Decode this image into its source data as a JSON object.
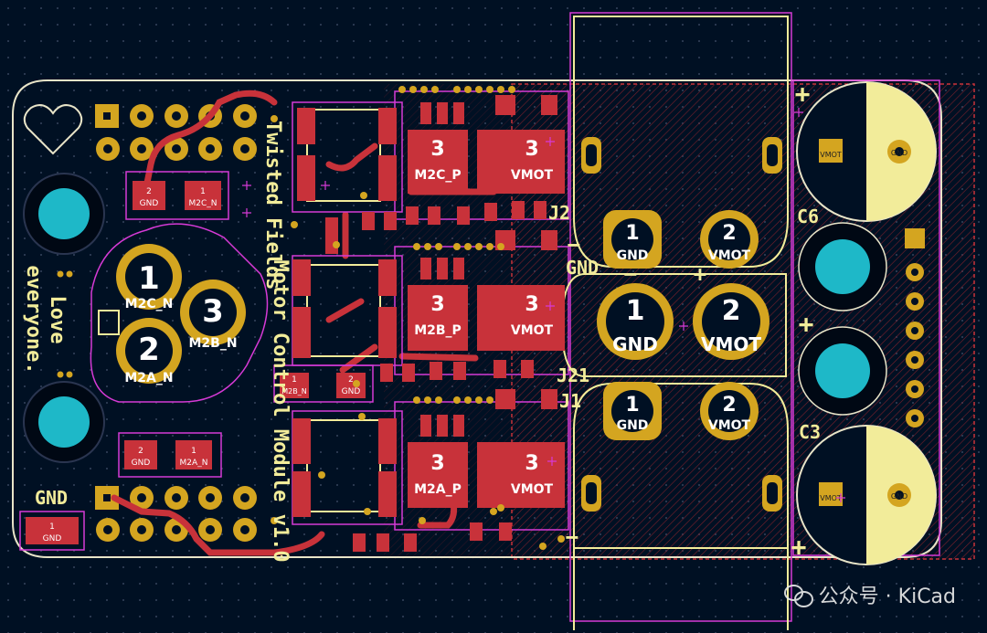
{
  "board": {
    "title_lines": [
      "Twisted Fields",
      "Motor Control Module v1.0"
    ],
    "love_text": [
      "Love",
      "everyone."
    ],
    "gnd_label": "GND"
  },
  "connectors": {
    "j2": "J2",
    "j21": "J21",
    "j1": "J1",
    "c6": "C6",
    "c3": "C3",
    "gnd_mid": "GND",
    "plus": "+",
    "minus": "−"
  },
  "pads": {
    "one": "1",
    "two": "2",
    "three": "3",
    "gnd": "GND",
    "vmot": "VMOT",
    "m2c_n": "M2C_N",
    "m2b_n": "M2B_N",
    "m2a_n": "M2A_N",
    "m2c_p": "M2C_P",
    "m2b_p": "M2B_P",
    "m2a_p": "M2A_P"
  },
  "watermark": {
    "text": "公众号 · KiCad",
    "icon": "wechat-icon"
  },
  "colors": {
    "background": "#001023",
    "copper": "#c8323a",
    "silkscreen": "#f2ec9a",
    "courtyard": "#d63ad6",
    "board_edge": "#e8e4c8",
    "pad_gold": "#d4a520",
    "hole_cyan": "#1eb8c8"
  }
}
